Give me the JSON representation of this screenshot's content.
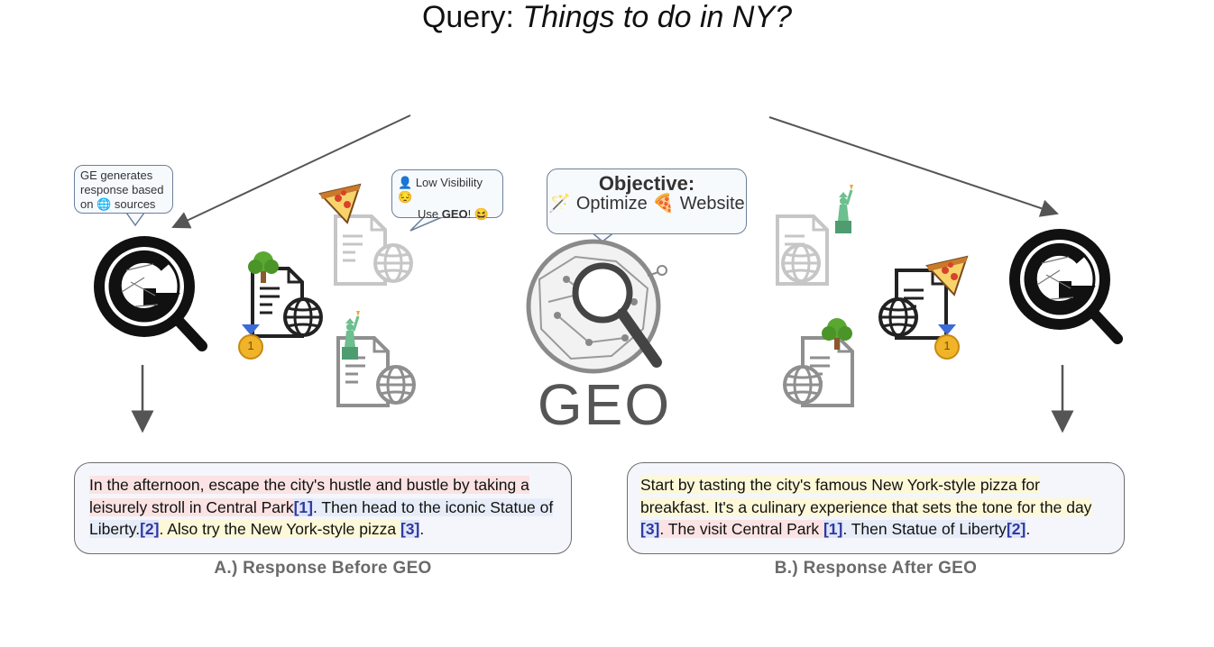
{
  "query": {
    "label": "Query:",
    "value": "Things to do in NY?"
  },
  "ge_bubble": {
    "line1": "GE generates",
    "line2": "response based",
    "line3_pre": "on",
    "line3_post": "sources"
  },
  "visibility_bubble": {
    "line1": "Low Visibility",
    "line2_pre": "Use",
    "line2_bold": "GEO",
    "line2_post": "!"
  },
  "objective": {
    "title": "Objective:",
    "optimize": "Optimize",
    "website": "Website"
  },
  "geo_logo": {
    "text": "GEO"
  },
  "badges": {
    "rank_left": "1",
    "rank_right": "1"
  },
  "response_a": {
    "s1": "In the afternoon, escape the city's hustle and bustle by taking a leisurely stroll in Central Park",
    "c1": "[1]",
    "s2": ". Then head to the iconic Statue of Liberty.",
    "c2": "[2]",
    "s3": ". Also try the New York-style pizza ",
    "c3": "[3]",
    "s4": "."
  },
  "response_b": {
    "s1": "Start by tasting the city's famous New York-style pizza for breakfast. It's a culinary experience that sets the tone for the day ",
    "c1": "[3]",
    "s2": ". The visit Central Park ",
    "c2": "[1]",
    "s3": ". Then Statue of Liberty",
    "c3": "[2]",
    "s4": "."
  },
  "captions": {
    "a": "A.) Response Before GEO",
    "b": "B.) Response After GEO"
  },
  "colors": {
    "arrow": "#555555",
    "doc_faded": "#c6c6c6",
    "doc_dark": "#222222",
    "medal": "#f0b429",
    "tree": "#5aa832",
    "liberty": "#5fae82",
    "pizza": "#f2a53a"
  }
}
